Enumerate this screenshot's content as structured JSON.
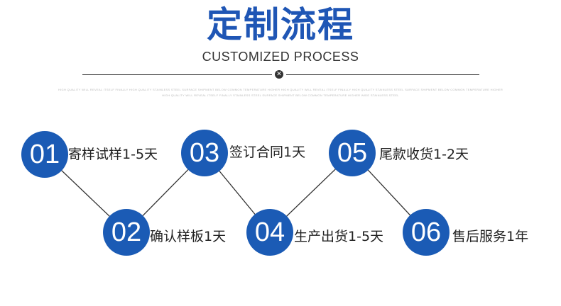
{
  "header": {
    "title": "定制流程",
    "subtitle": "CUSTOMIZED PROCESS",
    "fine_line_1": "HIGH QUALITY WILL REVEAL ITSELF FINALLY HIGH QUALITY STAINLESS STEEL SURFACE SHIPMENT BELOW COMMON TEMPERATURE HIGHER HIGH QUALITY WILL REVEAL ITSELF FINALLY HIGH QUALITY STAINLESS STEEL SURFACE SHIPMENT BELOW COMMON TEMPERATURE HIGHER",
    "fine_line_2": "HIGH QUALITY WILL REVEAL ITSELF FINALLY STAINLESS STEEL SURFACE SHIPMENT BELOW COMMON TEMPERATURE HIGHER WIDE STAINLESS STEEL"
  },
  "steps": [
    {
      "num": "01",
      "text": "寄样试样1-5天"
    },
    {
      "num": "02",
      "text": "确认样板1天"
    },
    {
      "num": "03",
      "text": "签订合同1天"
    },
    {
      "num": "04",
      "text": "生产出货1-5天"
    },
    {
      "num": "05",
      "text": "尾款收货1-2天"
    },
    {
      "num": "06",
      "text": "售后服务1年"
    }
  ],
  "colors": {
    "title": "#1f56b5",
    "circle": "#1b5bb5",
    "line": "#333333"
  },
  "icons": {
    "divider": "x-circle-icon"
  }
}
